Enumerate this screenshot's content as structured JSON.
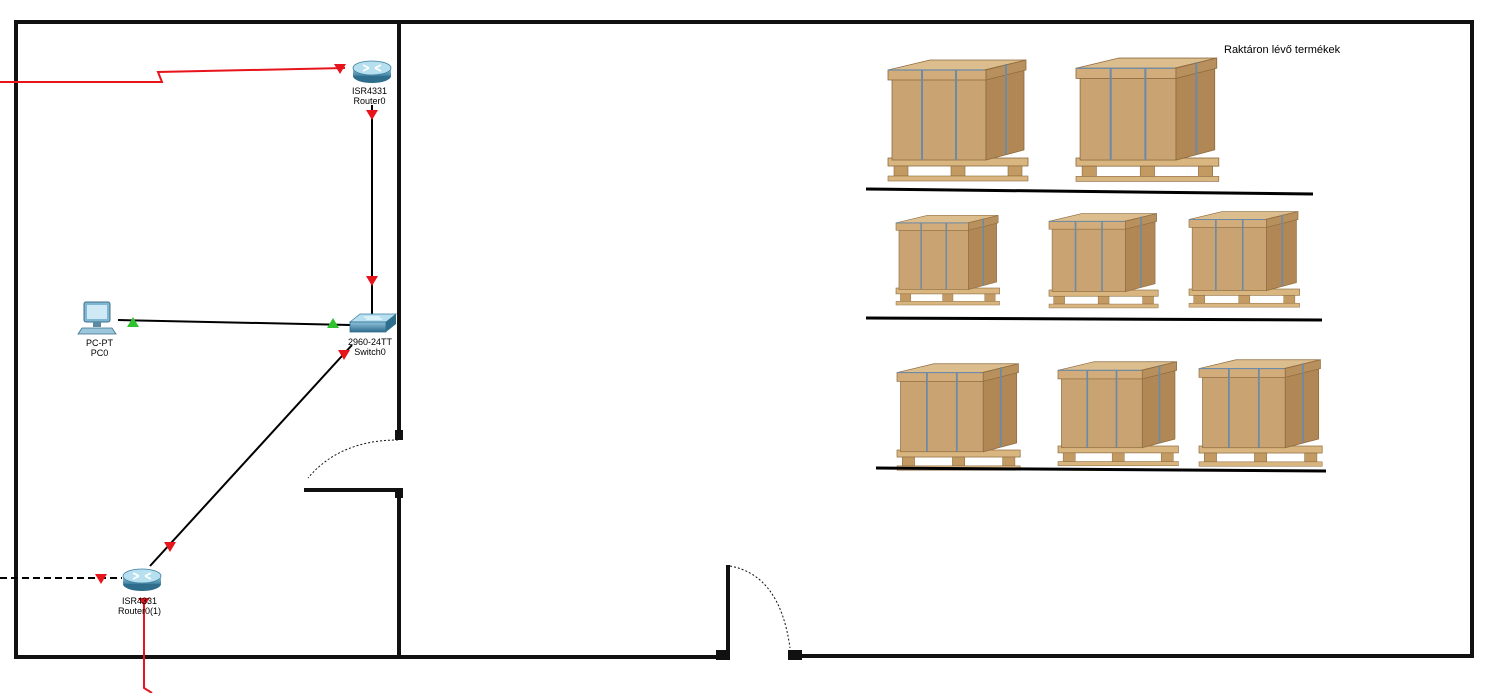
{
  "devices": {
    "router0": {
      "model": "ISR4331",
      "name": "Router0",
      "icon": "router-icon"
    },
    "router0_1": {
      "model": "ISR4331",
      "name": "Router0(1)",
      "icon": "router-icon"
    },
    "switch0": {
      "model": "2960-24TT",
      "name": "Switch0",
      "icon": "switch-icon"
    },
    "pc0": {
      "model": "PC-PT",
      "name": "PC0",
      "icon": "pc-icon"
    }
  },
  "note": {
    "text": "Raktáron lévő termékek"
  },
  "pallets": {
    "icon": "pallet-box-icon",
    "rows": [
      {
        "count": 2
      },
      {
        "count": 3
      },
      {
        "count": 3
      }
    ]
  },
  "colors": {
    "serial_link": "#e8141c",
    "ethernet_link": "#000000",
    "link_up": "#2fc22f",
    "link_down": "#e8141c",
    "wall": "#111111",
    "box": "#c9a472",
    "box_dark": "#a9814f",
    "strap": "#6d8aa6",
    "pallet_wood": "#d9b580"
  }
}
